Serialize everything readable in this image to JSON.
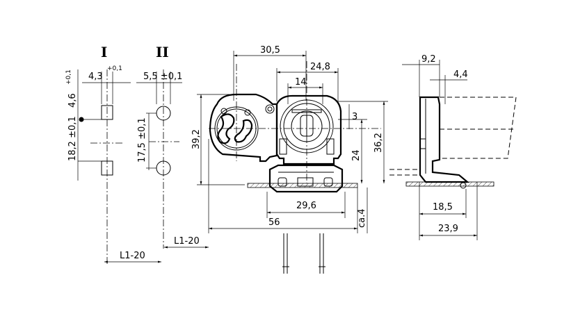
{
  "labels": {
    "view_1": "I",
    "view_2": "II"
  },
  "dimensions": {
    "d_4_3": "4,3",
    "d_plus01_a": "+0,1",
    "d_plus01_b": "+0,1",
    "d_4_6": "4,6",
    "d_18_2": "18,2 ±0,1",
    "d_5_5": "5,5 ±0,1",
    "d_17_5": "17,5 ±0,1",
    "d_l1_20_a": "L1-20",
    "d_l1_20_b": "L1-20",
    "d_30_5": "30,5",
    "d_24_8": "24,8",
    "d_14": "14",
    "d_3": "3",
    "d_39_2": "39,2",
    "d_24": "24",
    "d_36_2": "36,2",
    "d_29_6": "29,6",
    "d_56": "56",
    "d_ca4": "ca.4",
    "d_9_2": "9,2",
    "d_4_4": "4,4",
    "d_18_5": "18,5",
    "d_23_9": "23,9"
  }
}
